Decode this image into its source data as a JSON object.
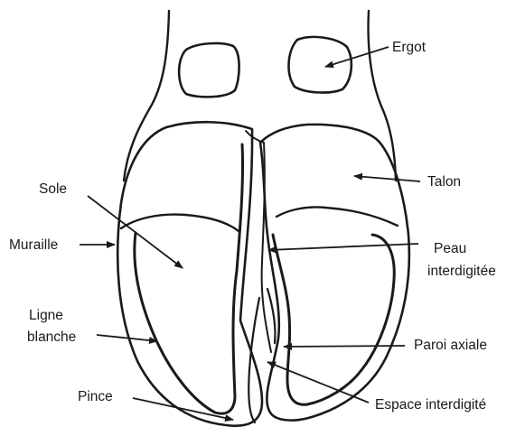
{
  "labels": {
    "ergot": "Ergot",
    "talon": "Talon",
    "sole": "Sole",
    "muraille": "Muraille",
    "peau_line1": "Peau",
    "peau_line2": "interdigitée",
    "ligne_line1": "Ligne",
    "ligne_line2": "blanche",
    "paroi_axiale": "Paroi axiale",
    "pince": "Pince",
    "espace_interdigite": "Espace interdigité"
  },
  "colors": {
    "ink": "#1a1a1a",
    "background": "#ffffff"
  }
}
